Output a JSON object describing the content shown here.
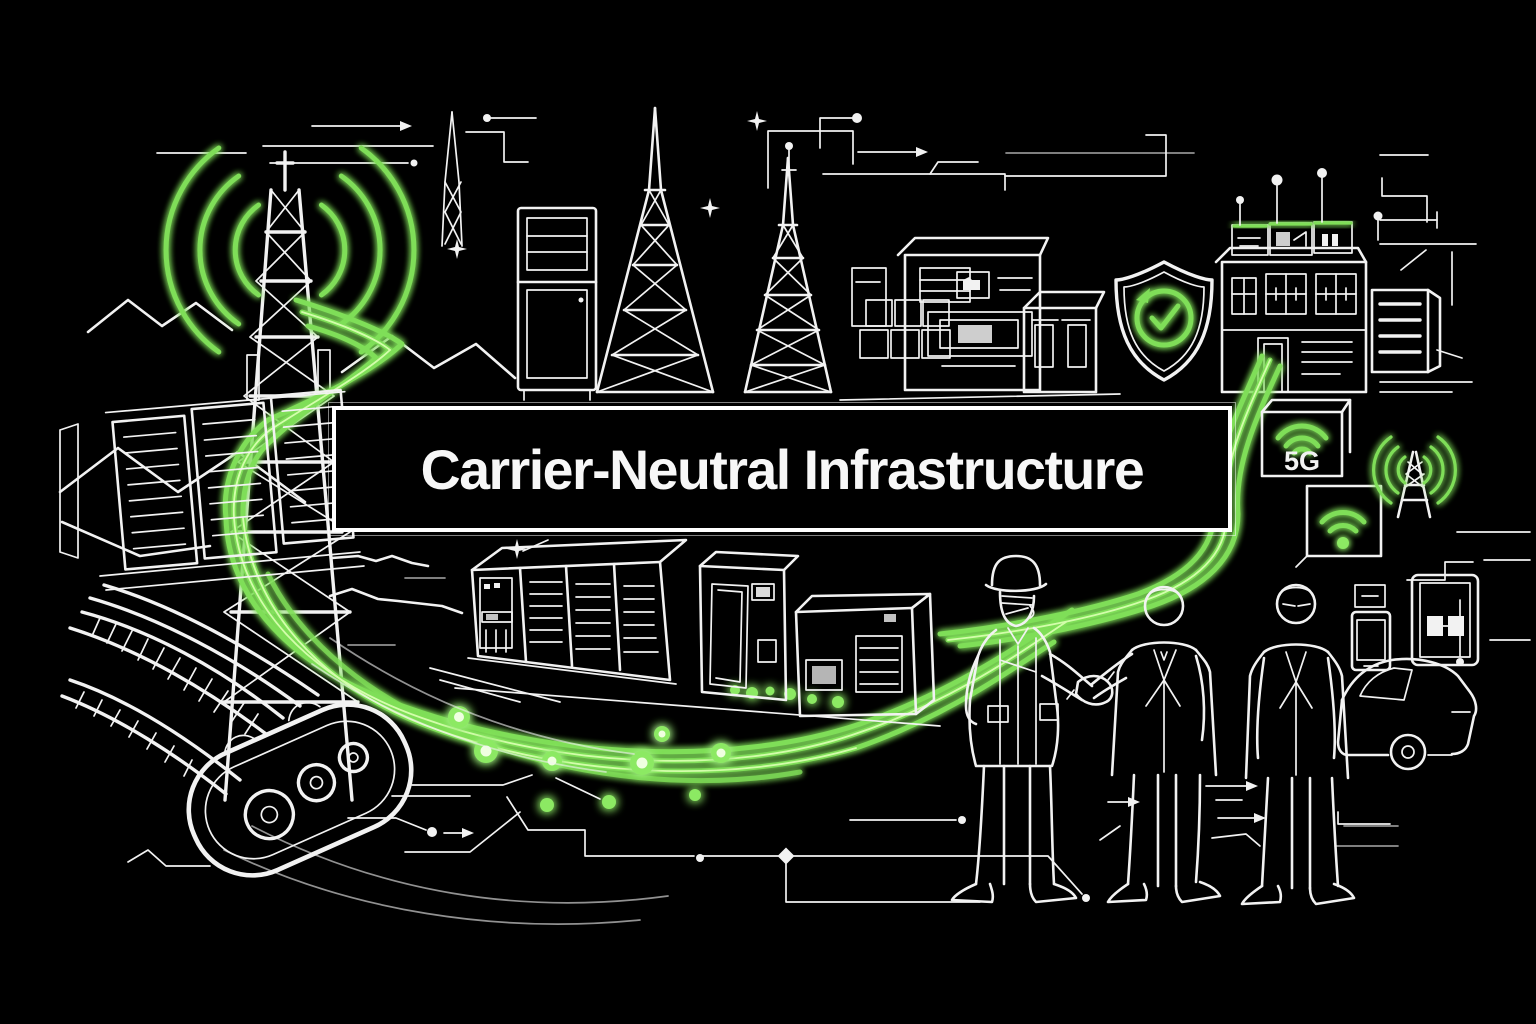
{
  "banner": {
    "title": "Carrier-Neutral Infrastructure"
  },
  "badges": {
    "five_g": "5G"
  },
  "palette": {
    "background": "#000000",
    "line_white": "#F2F2F2",
    "accent_green": "#7FDE58",
    "green_core": "#D8FFB0"
  },
  "scene": {
    "elements": [
      "cell-tower-with-signal-arcs",
      "mountain-ridges",
      "server-racks",
      "fiber-optic-cable-cross-section",
      "glowing-fiber-route",
      "data-center-containers",
      "lattice-towers",
      "telecom-facility-buildings",
      "security-shield-check",
      "smart-building-rooftop-antennas",
      "server-cabinets",
      "5g-badge",
      "wifi-badge",
      "small-antenna-tower",
      "mobile-devices",
      "connected-car",
      "engineer-businessmen-handshake",
      "circuit-traces"
    ]
  }
}
